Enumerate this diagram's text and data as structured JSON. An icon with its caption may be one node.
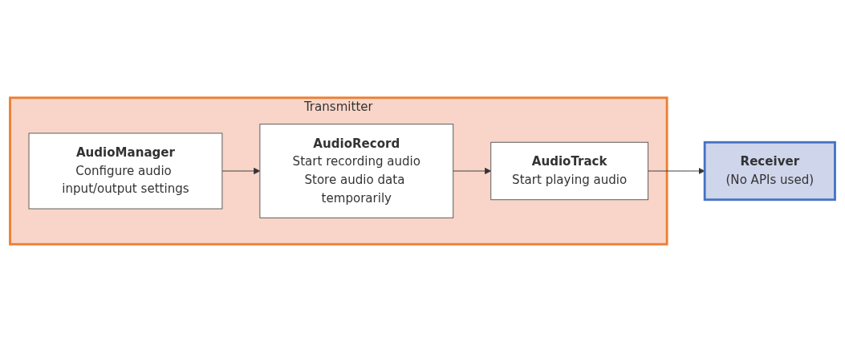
{
  "diagram": {
    "nodes": [
      {
        "text": [
          "Transmitter"
        ]
      },
      {
        "text": [
          "AudioManager",
          "Configure audio input/output settings"
        ],
        "in": 0
      },
      {
        "text": [
          "AudioRecord",
          "Start recording audio",
          "Store audio data temporarily"
        ],
        "in": 0
      },
      {
        "text": [
          "AudioTrack",
          "Start playing audio"
        ],
        "in": 0
      },
      {
        "text": [
          "Receiver",
          "(No APIs used)"
        ]
      }
    ],
    "edges": [
      {
        "from": 1,
        "to": 2,
        "arrow": "to"
      },
      {
        "from": 2,
        "to": 3,
        "arrow": "to"
      },
      {
        "from": 3,
        "to": 4,
        "arrow": "to"
      }
    ]
  }
}
